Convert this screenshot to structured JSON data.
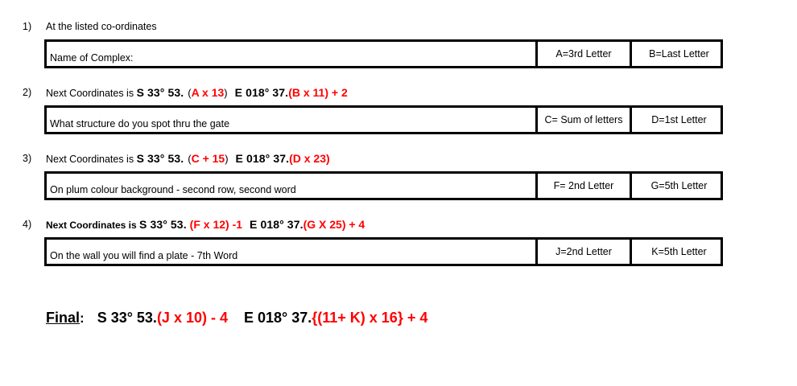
{
  "document": {
    "title": "Geocache multi-stage coordinate worksheet",
    "accent_red": "#FF0000",
    "text_color": "#000000",
    "background": "#FFFFFF"
  },
  "sections": [
    {
      "number": "1)",
      "prompt_plain": "At the listed co-ordinates",
      "prompt_parts": {
        "lead": "At the listed co-ordinates",
        "coord_south": "",
        "formula_south": "",
        "coord_east": "",
        "formula_east": ""
      },
      "table": {
        "question": "Name of Complex:",
        "label_a": "A=3rd Letter",
        "label_b": "B=Last Letter"
      }
    },
    {
      "number": "2)",
      "prompt_parts": {
        "lead": "Next Coordinates is ",
        "coord_south": "S 33° 53.",
        "paren_open": "(",
        "formula_south": "A x 13",
        "paren_close": ")",
        "coord_east": "E 018° 37.",
        "formula_east": "(B x 11) + 2"
      },
      "table": {
        "question": "What structure do you spot thru the gate",
        "label_a": "C= Sum of letters",
        "label_b": "D=1st Letter"
      }
    },
    {
      "number": "3)",
      "prompt_parts": {
        "lead": "Next Coordinates is ",
        "coord_south": "S 33° 53.",
        "paren_open": "(",
        "formula_south": "C + 15",
        "paren_close": ")",
        "coord_east": "E 018° 37.",
        "formula_east": "(D x 23)"
      },
      "table": {
        "question": "On plum colour background - second row, second word",
        "label_a": "F= 2nd Letter",
        "label_b": "G=5th Letter"
      }
    },
    {
      "number": "4)",
      "prompt_parts": {
        "lead": "Next Coordinates is ",
        "coord_south": "S 33° 53. ",
        "paren_open": "",
        "formula_south": "(F x 12) -1",
        "paren_close": "",
        "coord_east": "E 018° 37.",
        "formula_east": "(G X 25) + 4"
      },
      "table": {
        "question": "On the wall you will find a plate - 7th Word",
        "label_a": "J=2nd Letter",
        "label_b": "K=5th Letter"
      }
    }
  ],
  "final": {
    "label": "Final",
    "colon": ":",
    "coord_south": "S 33° 53.",
    "formula_south": "(J x 10) - 4",
    "coord_east": "E 018° 37.",
    "formula_east": "{(11+ K) x 16} + 4"
  }
}
